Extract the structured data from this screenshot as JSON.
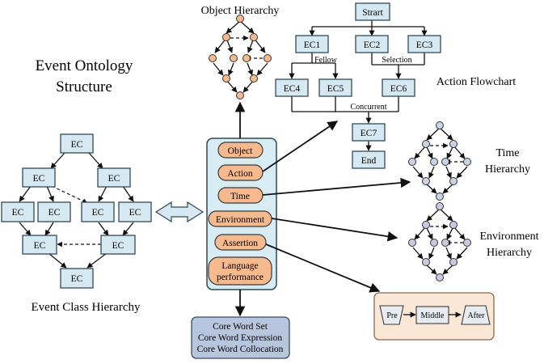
{
  "titles": {
    "ontology_line1": "Event Ontology",
    "ontology_line2": "Structure",
    "event_class_hierarchy": "Event Class Hierarchy",
    "object_hierarchy": "Object Hierarchy",
    "action_flowchart": "Action Flowchart",
    "time_line1": "Time",
    "time_line2": "Hierarchy",
    "env_line1": "Environment",
    "env_line2": "Hierarchy"
  },
  "event_class": {
    "node_label": "EC"
  },
  "ontology_elements": {
    "object": "Object",
    "action": "Action",
    "time": "Time",
    "environment": "Environment",
    "assertion": "Assertion",
    "language_line1": "Language",
    "language_line2": "performance"
  },
  "core_words": {
    "line1": "Core Word Set",
    "line2": "Core Word Expression",
    "line3": "Core Word Collocation"
  },
  "flowchart": {
    "start": "Strart",
    "ec1": "EC1",
    "ec2": "EC2",
    "ec3": "EC3",
    "ec4": "EC4",
    "ec5": "EC5",
    "ec6": "EC6",
    "ec7": "EC7",
    "end": "End",
    "fellow": "Fellow",
    "selection": "Selection",
    "concurrent": "Concurrent"
  },
  "timeline": {
    "pre": "Pre",
    "middle": "Middle",
    "after": "After"
  },
  "colors": {
    "object_nodes": "#f7b98e",
    "time_nodes": "#c8d3e6",
    "environment_nodes": "#cfc6e0",
    "panel": "#d8ecf4"
  }
}
